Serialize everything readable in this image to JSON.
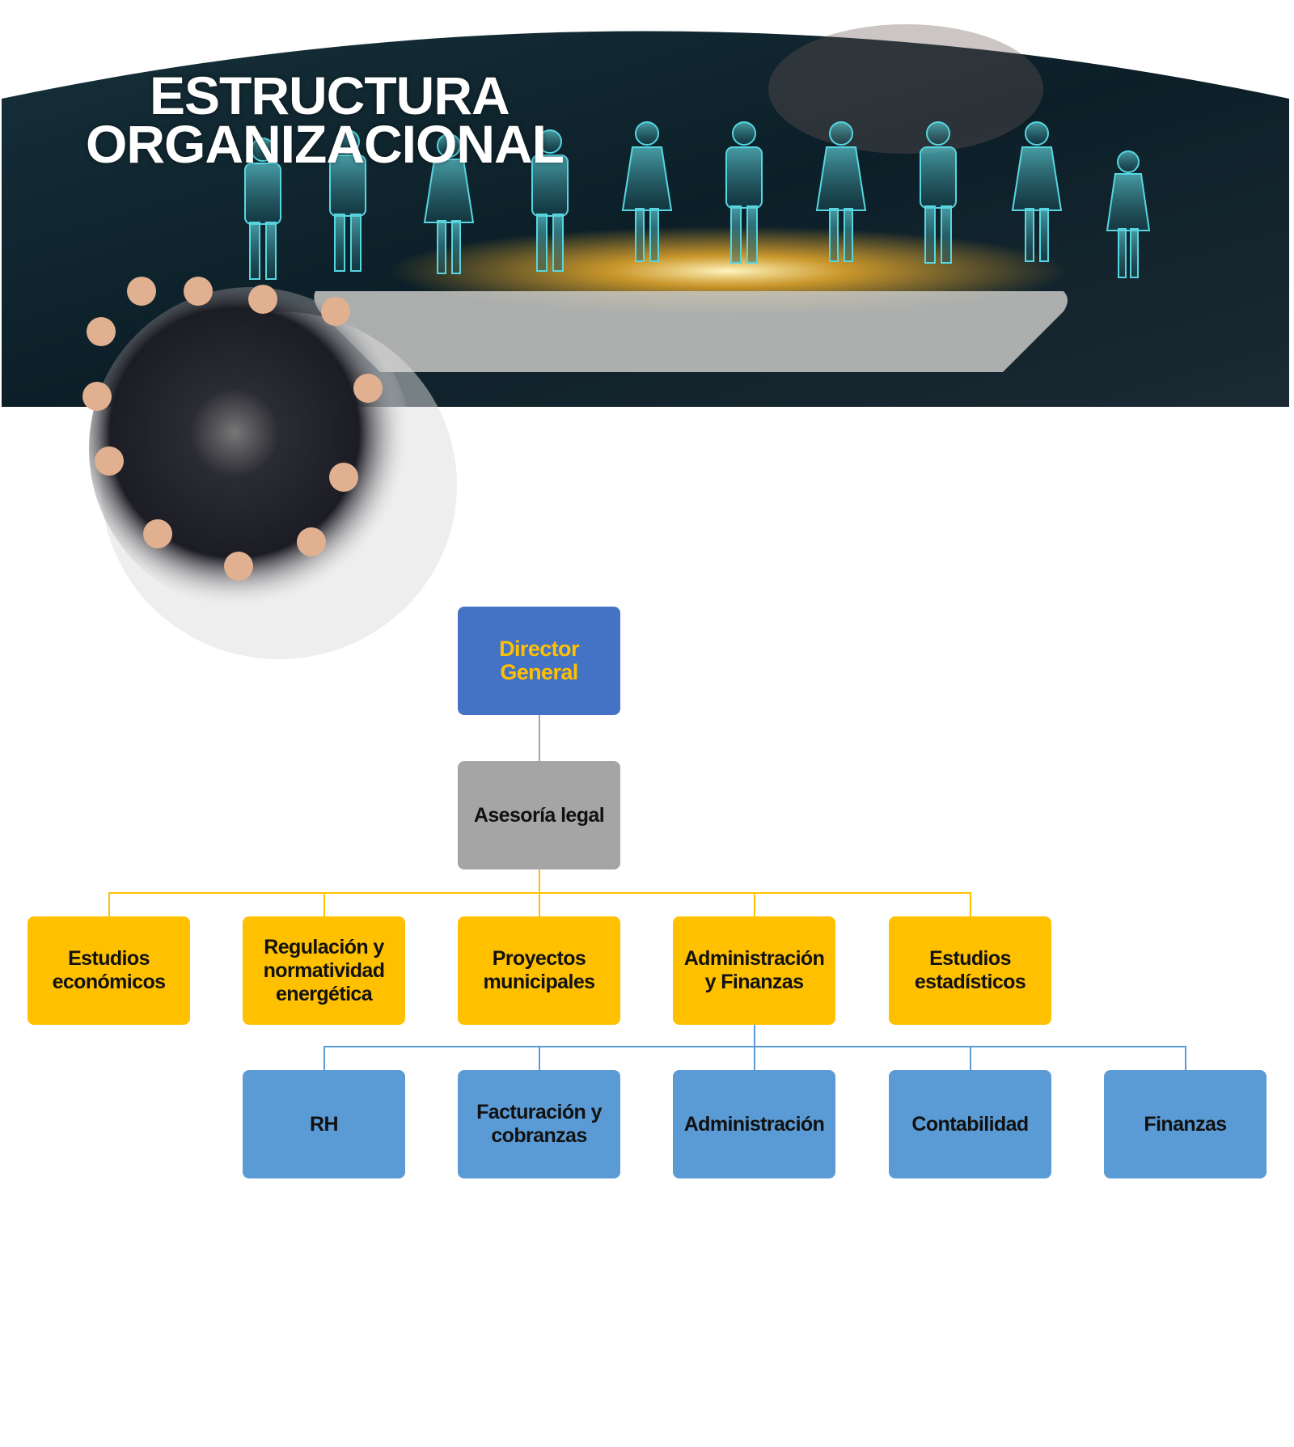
{
  "header": {
    "title_line1": "ESTRUCTURA",
    "title_line2": "ORGANIZACIONAL"
  },
  "org_chart": {
    "director": "Director General",
    "advisor": "Asesoría legal",
    "departments": [
      "Estudios económicos",
      "Regulación y normatividad energética",
      "Proyectos municipales",
      "Administración y Finanzas",
      "Estudios estadísticos"
    ],
    "sub_departments": [
      "RH",
      "Facturación y cobranzas",
      "Administración",
      "Contabilidad",
      "Finanzas"
    ]
  },
  "colors": {
    "director": "#4472C4",
    "advisor": "#A5A5A5",
    "department": "#FFC000",
    "sub_department": "#5B9BD5"
  }
}
